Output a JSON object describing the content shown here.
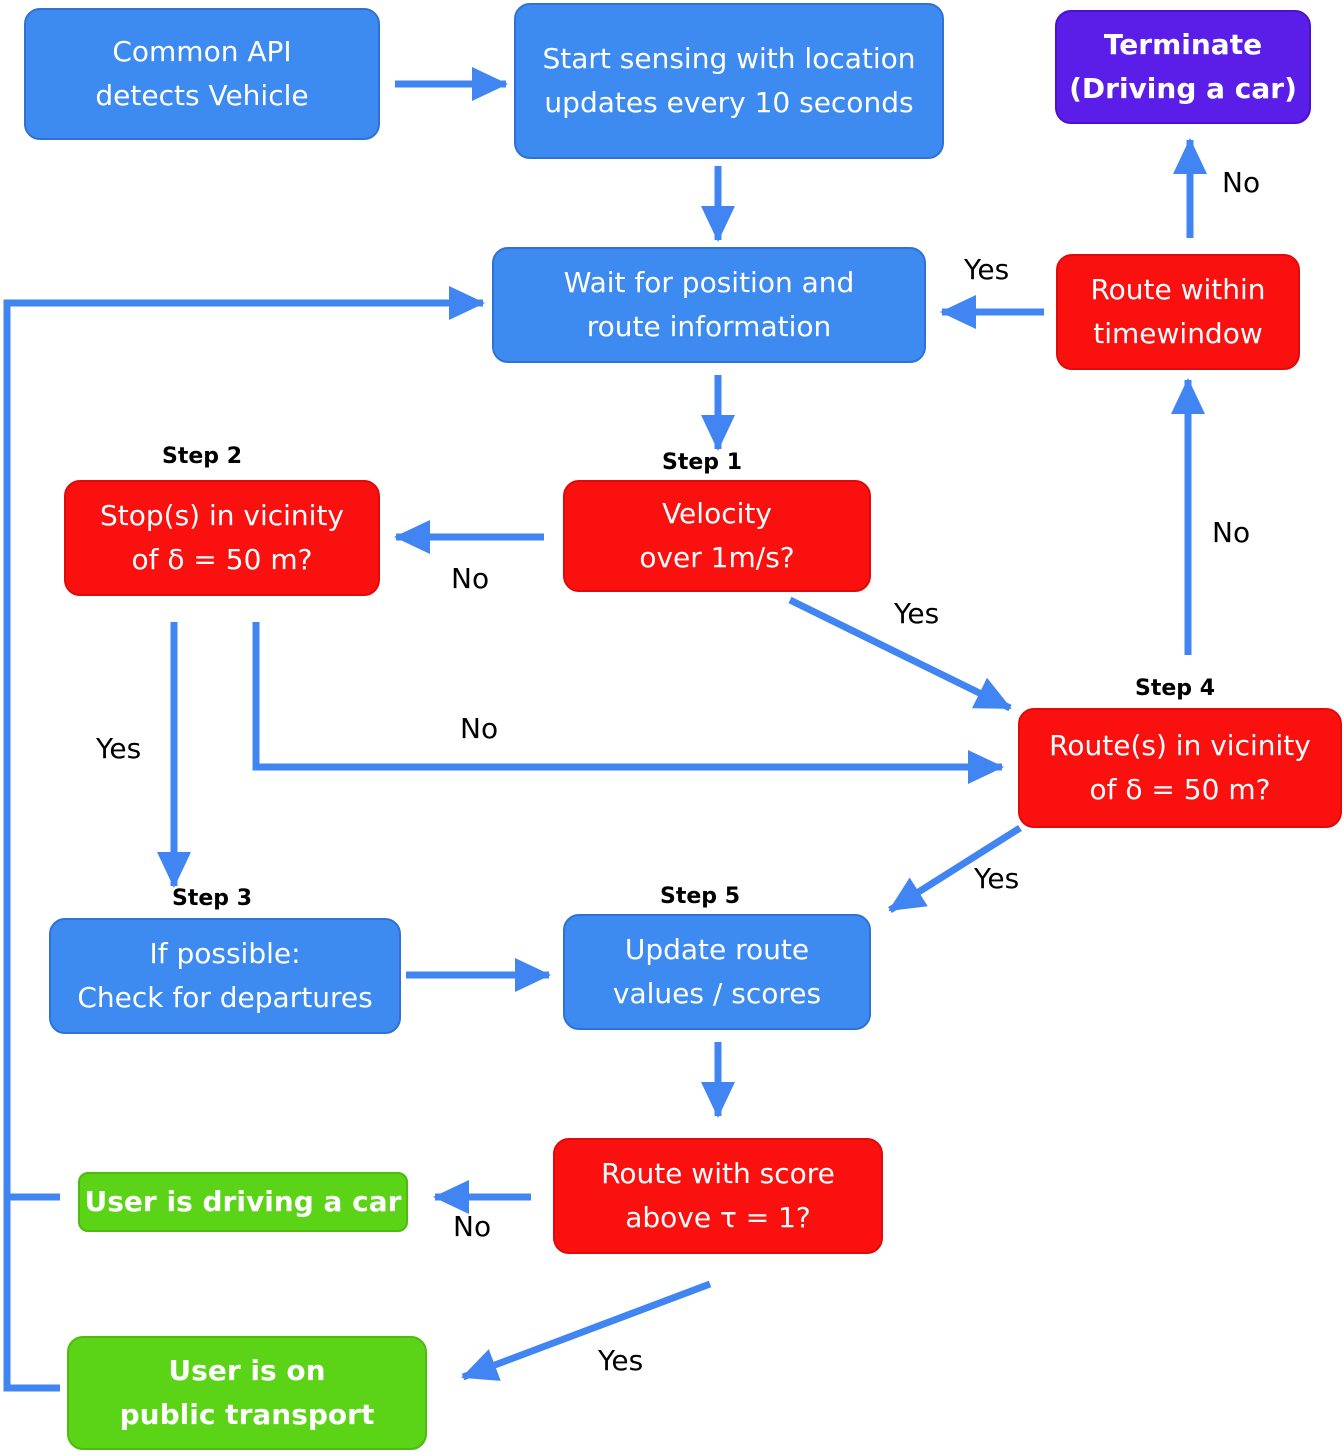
{
  "nodes": {
    "common_api": {
      "lines": [
        "Common API",
        "detects Vehicle"
      ],
      "color": "#3d8bf0"
    },
    "start_sensing": {
      "lines": [
        "Start sensing with location",
        "updates every 10 seconds"
      ],
      "color": "#3d8bf0"
    },
    "terminate": {
      "lines": [
        "Terminate",
        "(Driving a car)"
      ],
      "color": "#5a1ee8"
    },
    "wait": {
      "lines": [
        "Wait for position and",
        "route information"
      ],
      "color": "#3d8bf0"
    },
    "route_timewindow": {
      "lines": [
        "Route within",
        "timewindow"
      ],
      "color": "#fb1010"
    },
    "velocity": {
      "lines": [
        "Velocity",
        "over 1m/s?"
      ],
      "color": "#fb1010"
    },
    "stops_vicinity": {
      "lines": [
        "Stop(s) in vicinity",
        "of δ = 50 m?"
      ],
      "color": "#fb1010"
    },
    "routes_vicinity": {
      "lines": [
        "Route(s) in vicinity",
        "of δ = 50 m?"
      ],
      "color": "#fb1010"
    },
    "departures": {
      "lines": [
        "If possible:",
        "Check for departures"
      ],
      "color": "#3d8bf0"
    },
    "update_route": {
      "lines": [
        "Update route",
        "values / scores"
      ],
      "color": "#3d8bf0"
    },
    "score_check": {
      "lines": [
        "Route with score",
        "above τ = 1?"
      ],
      "color": "#fb1010"
    },
    "driving_car": {
      "lines": [
        "User is driving a car"
      ],
      "color": "#5bd316"
    },
    "public_transport": {
      "lines": [
        "User is on",
        "public transport"
      ],
      "color": "#5bd316"
    }
  },
  "steps": {
    "step1": "Step 1",
    "step2": "Step 2",
    "step3": "Step 3",
    "step4": "Step 4",
    "step5": "Step 5"
  },
  "edge_labels": {
    "timewindow_no": "No",
    "timewindow_yes": "Yes",
    "routes_no": "No",
    "velocity_no": "No",
    "velocity_yes": "Yes",
    "stops_yes": "Yes",
    "stops_no": "No",
    "routes_yes": "Yes",
    "score_no": "No",
    "score_yes": "Yes"
  },
  "arrow_color": "#4185f2"
}
